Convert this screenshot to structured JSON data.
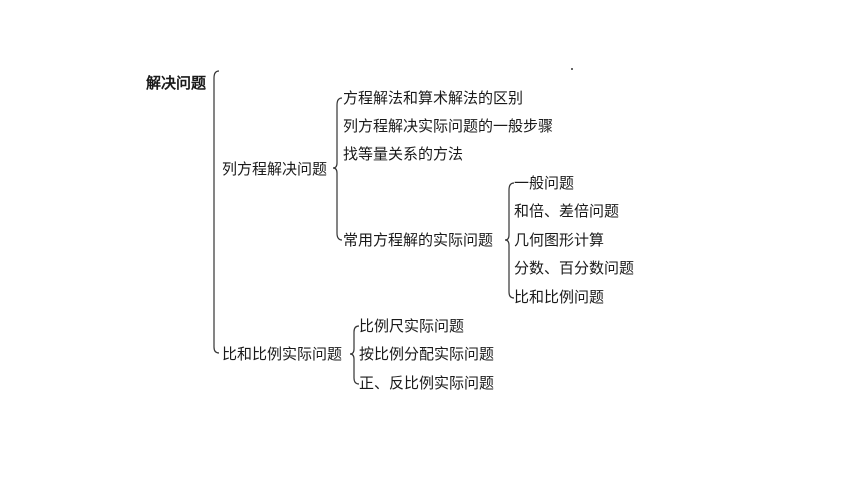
{
  "root": "解决问题",
  "branch1": {
    "label": "列方程解决问题",
    "items": [
      "方程解法和算术解法的区别",
      "列方程解决实际问题的一般步骤",
      "找等量关系的方法"
    ],
    "sub": {
      "label": "常用方程解的实际问题",
      "items": [
        "一般问题",
        "和倍、差倍问题",
        "几何图形计算",
        "分数、百分数问题",
        "比和比例问题"
      ]
    }
  },
  "branch2": {
    "label": "比和比例实际问题",
    "items": [
      "比例尺实际问题",
      "按比例分配实际问题",
      "正、反比例实际问题"
    ]
  }
}
